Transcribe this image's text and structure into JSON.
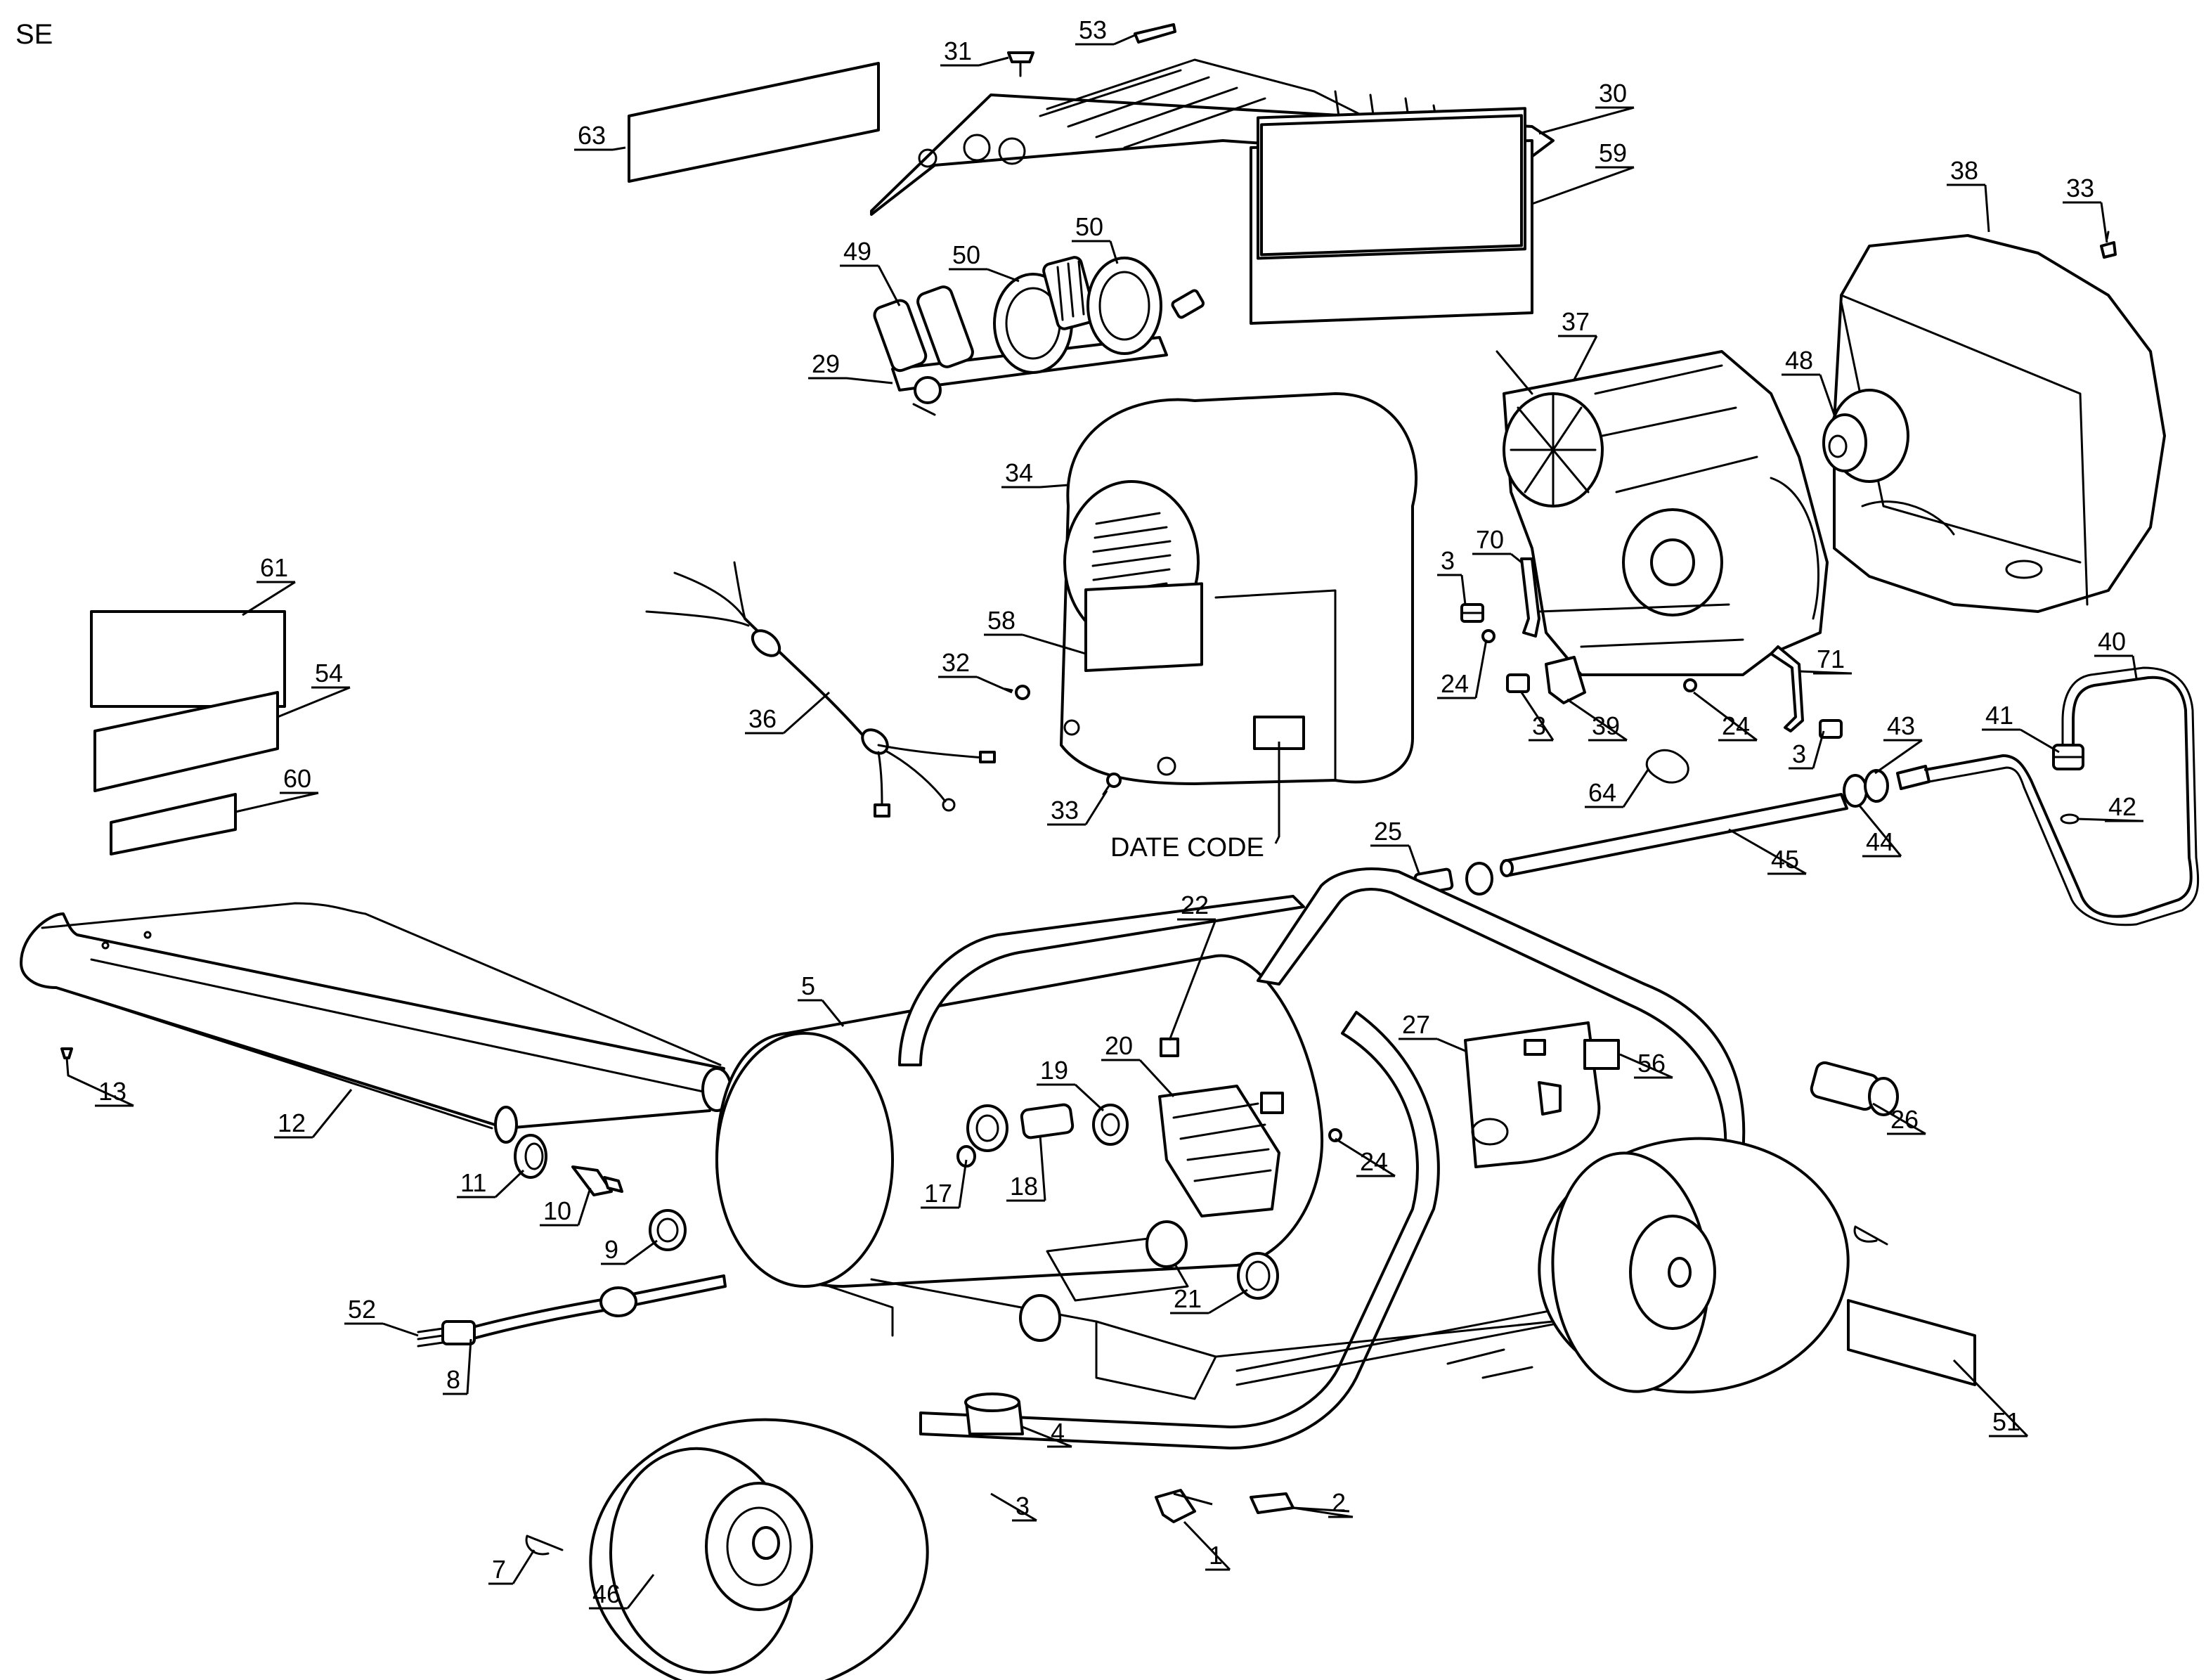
{
  "view_code": "SE",
  "date_code_label": "DATE CODE",
  "callouts": [
    "1",
    "2",
    "3",
    "4",
    "5",
    "7",
    "8",
    "9",
    "10",
    "11",
    "12",
    "13",
    "17",
    "18",
    "19",
    "20",
    "21",
    "22",
    "24",
    "25",
    "26",
    "27",
    "29",
    "30",
    "31",
    "32",
    "33",
    "34",
    "36",
    "37",
    "38",
    "39",
    "40",
    "41",
    "42",
    "43",
    "44",
    "45",
    "46",
    "48",
    "49",
    "50",
    "51",
    "52",
    "53",
    "54",
    "56",
    "58",
    "59",
    "60",
    "61",
    "63",
    "64",
    "70",
    "71"
  ]
}
